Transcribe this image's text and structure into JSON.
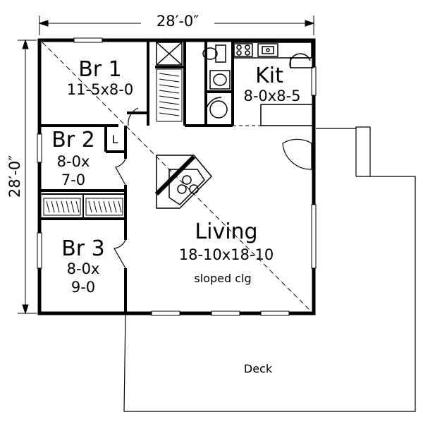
{
  "dimensions": {
    "width_label": "28′-0″",
    "height_label": "28′-0″"
  },
  "rooms": {
    "br1": {
      "name": "Br 1",
      "size": "11-5x8-0"
    },
    "br2": {
      "name": "Br 2",
      "size_line1": "8-0x",
      "size_line2": "7-0"
    },
    "br3": {
      "name": "Br 3",
      "size_line1": "8-0x",
      "size_line2": "9-0"
    },
    "kitchen": {
      "name": "Kit",
      "size": "8-0x8-5"
    },
    "living": {
      "name": "Living",
      "size": "18-10x18-10",
      "note": "sloped clg"
    },
    "linen": {
      "mark": "L"
    }
  },
  "deck": {
    "label": "Deck"
  }
}
